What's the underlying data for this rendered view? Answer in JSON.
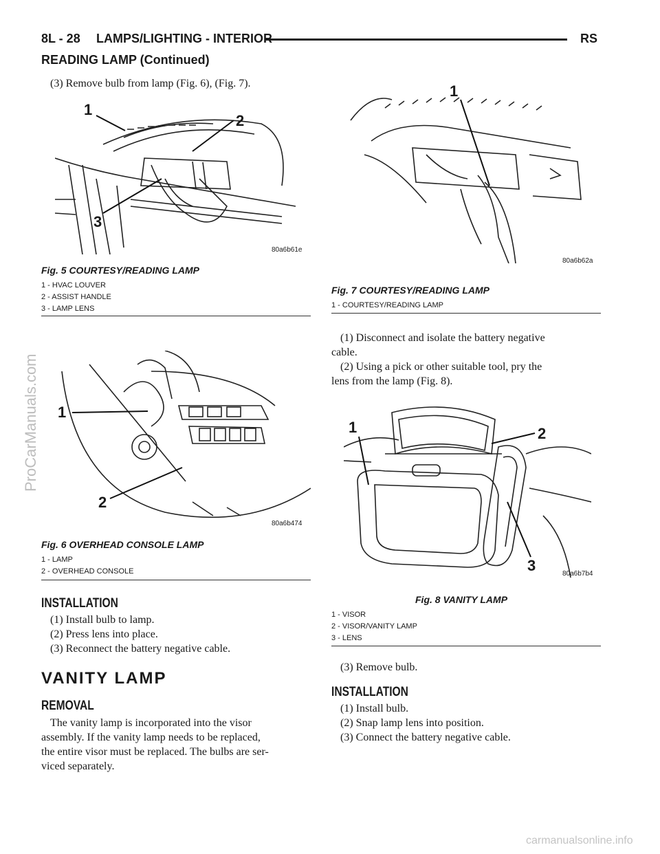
{
  "header": {
    "page_number": "8L - 28",
    "section_title": "LAMPS/LIGHTING - INTERIOR",
    "model_code": "RS",
    "continued_title": "READING LAMP (Continued)"
  },
  "left_column": {
    "intro_step": "(3) Remove bulb from lamp (Fig. 6), (Fig. 7).",
    "fig5": {
      "caption": "Fig. 5 COURTESY/READING LAMP",
      "code": "80a6b61e",
      "callouts": [
        "1",
        "2",
        "3"
      ],
      "legend": [
        "1 - HVAC LOUVER",
        "2 - ASSIST HANDLE",
        "3 - LAMP LENS"
      ]
    },
    "fig6": {
      "caption": "Fig. 6 OVERHEAD CONSOLE LAMP",
      "code": "80a6b474",
      "callouts": [
        "1",
        "2"
      ],
      "legend": [
        "1 - LAMP",
        "2 - OVERHEAD CONSOLE"
      ]
    },
    "installation": {
      "heading": "INSTALLATION",
      "steps": [
        "(1) Install bulb to lamp.",
        "(2) Press lens into place.",
        "(3) Reconnect the battery negative cable."
      ]
    },
    "vanity_heading": "VANITY LAMP",
    "removal": {
      "heading": "REMOVAL",
      "paragraph_lines": [
        "The vanity lamp is incorporated into the visor",
        "assembly. If the vanity lamp needs to be replaced,",
        "the entire visor must be replaced. The bulbs are ser-",
        "viced separately."
      ]
    }
  },
  "right_column": {
    "fig7": {
      "caption": "Fig. 7 COURTESY/READING LAMP",
      "code": "80a6b62a",
      "callouts": [
        "1"
      ],
      "legend": [
        "1 - COURTESY/READING LAMP"
      ]
    },
    "step1_lines": [
      "(1) Disconnect and isolate the battery negative",
      "cable."
    ],
    "step2_lines": [
      "(2)  Using a pick or other suitable tool, pry the",
      "lens from the lamp (Fig. 8)."
    ],
    "fig8": {
      "caption": "Fig. 8 VANITY LAMP",
      "code": "80a6b7b4",
      "callouts": [
        "1",
        "2",
        "3"
      ],
      "legend": [
        "1 - VISOR",
        "2 - VISOR/VANITY LAMP",
        "3 - LENS"
      ]
    },
    "step3": "(3) Remove bulb.",
    "installation": {
      "heading": "INSTALLATION",
      "steps": [
        "(1) Install bulb.",
        "(2) Snap lamp lens into position.",
        "(3) Connect the battery negative cable."
      ]
    }
  },
  "watermarks": {
    "side": "ProCarManuals.com",
    "footer": "carmanualsonline.info"
  }
}
